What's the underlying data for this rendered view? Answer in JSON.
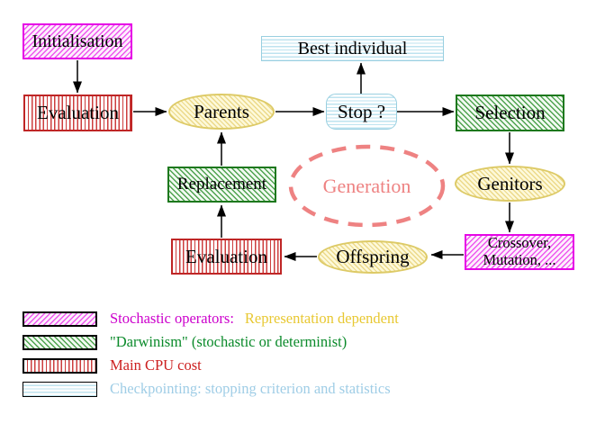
{
  "diagram": {
    "title_semantic": "evolutionary-algorithm-generation-loop",
    "nodes": {
      "initialisation": {
        "label": "Initialisation",
        "style": "magenta-diagonal-hatch"
      },
      "evaluation_top": {
        "label": "Evaluation",
        "style": "red-vertical-stripes"
      },
      "best_individual": {
        "label": "Best individual",
        "style": "cyan-horizontal-stripes"
      },
      "parents": {
        "label": "Parents",
        "style": "yellow-diagonal-hatch-ellipse"
      },
      "stop": {
        "label": "Stop ?",
        "style": "cyan-horizontal-stripes-rounded"
      },
      "selection": {
        "label": "Selection",
        "style": "green-diagonal-hatch"
      },
      "replacement": {
        "label": "Replacement",
        "style": "green-diagonal-hatch"
      },
      "generation": {
        "label": "Generation",
        "style": "dashed-coral-ellipse"
      },
      "genitors": {
        "label": "Genitors",
        "style": "yellow-diagonal-hatch-ellipse"
      },
      "crossover": {
        "label_line1": "Crossover,",
        "label_line2": "Mutation, ...",
        "style": "magenta-diagonal-hatch"
      },
      "evaluation_bottom": {
        "label": "Evaluation",
        "style": "red-vertical-stripes"
      },
      "offspring": {
        "label": "Offspring",
        "style": "yellow-diagonal-hatch-ellipse"
      }
    },
    "arrows": [
      "initialisation-to-evaluation",
      "evaluation-to-parents",
      "parents-to-stop",
      "stop-to-best-individual",
      "stop-to-selection",
      "selection-to-genitors",
      "genitors-to-crossover",
      "crossover-to-offspring",
      "offspring-to-evaluation",
      "evaluation-to-replacement",
      "replacement-to-parents"
    ]
  },
  "legend": {
    "items": [
      {
        "swatch": "magenta-diagonal-hatch",
        "label": "Stochastic operators:",
        "label2": "Representation dependent"
      },
      {
        "swatch": "green-diagonal-hatch",
        "label": "\"Darwinism\" (stochastic or determinist)"
      },
      {
        "swatch": "red-vertical-stripes",
        "label": "Main CPU cost"
      },
      {
        "swatch": "cyan-horizontal-stripes",
        "label": "Checkpointing: stopping criterion and statistics"
      }
    ]
  },
  "colors": {
    "stochastic_magenta_border": "#e606e6",
    "darwinism_green_border": "#1d781d",
    "cpu_red_border": "#bf2626",
    "checkpoint_cyan_border": "#99cfe0",
    "operator_yellow_border": "#ddca66",
    "generation_coral": "#ee8282",
    "arrow_black": "#000000",
    "legend_text_magenta": "#cc00cc",
    "legend_text_gold": "#e8c832",
    "legend_text_green": "#0a8a2a",
    "legend_text_red": "#cc1f1f",
    "legend_text_cyan": "#9fcde6",
    "node_text": "#000000"
  }
}
